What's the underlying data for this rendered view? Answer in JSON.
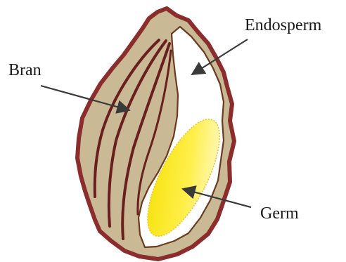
{
  "labels": {
    "endosperm": "Endosperm",
    "bran": "Bran",
    "germ": "Germ"
  },
  "colors": {
    "hull_fill": "#c9b994",
    "hull_outline": "#8b2d2d",
    "bran_lines": "#6a1f1f",
    "endosperm_fill": "#ffffff",
    "endosperm_outline": "#6b3a1f",
    "germ_light": "#fffbe0",
    "germ_mid": "#ffef4a",
    "germ_dark": "#f4e000",
    "germ_outline": "#e8c23a",
    "arrow": "#3a3a3a"
  }
}
